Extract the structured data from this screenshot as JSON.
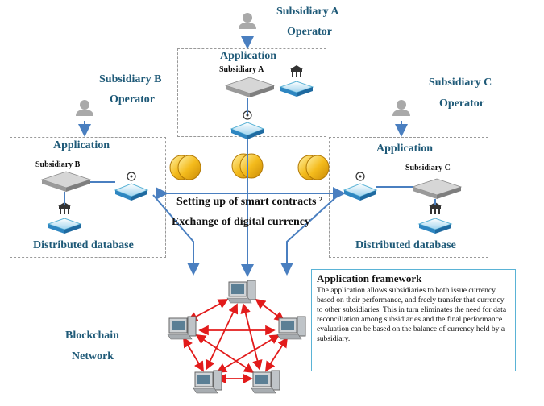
{
  "subsidiary_a": {
    "name": "Subsidiary A",
    "role": "Operator",
    "app": "Application",
    "node": "Subsidiary A"
  },
  "subsidiary_b": {
    "name": "Subsidiary B",
    "role": "Operator",
    "app": "Application",
    "node": "Subsidiary B",
    "db": "Distributed database"
  },
  "subsidiary_c": {
    "name": "Subsidiary C",
    "role": "Operator",
    "app": "Application",
    "node": "Subsidiary C",
    "db": "Distributed database"
  },
  "center": {
    "line1": "Setting up of smart contracts ²",
    "line2": "Exchange of digital currency"
  },
  "blockchain": {
    "line1": "Blockchain",
    "line2": "Network"
  },
  "framework": {
    "title": "Application framework",
    "body": "The application allows subsidiaries to both issue currency based on their performance, and freely transfer that currency to other subsidiaries. This in turn eliminates the need for data reconciliation among subsidiaries and the final performance evaluation can be based on the balance of currency held by a subsidiary."
  },
  "colors": {
    "teal": "#1f5a78",
    "arrow_blue": "#4a7fc0",
    "network_red": "#e21b1b",
    "coin": "#f0b41a"
  },
  "icons": [
    "person-icon",
    "bank-icon",
    "server-icon",
    "node-icon",
    "coin-icon",
    "computer-icon"
  ]
}
